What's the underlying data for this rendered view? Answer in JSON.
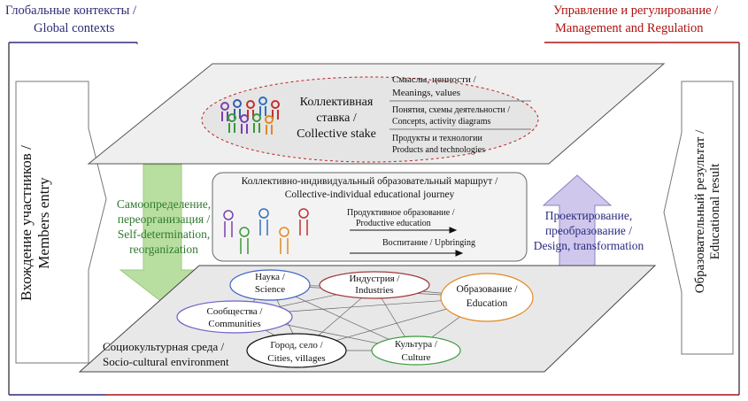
{
  "corners": {
    "global_ru": "Глобальные контексты /",
    "global_en": "Global contexts",
    "management_ru": "Управление и регулирование /",
    "management_en": "Management and Regulation"
  },
  "side_labels": {
    "left_ru": "Вхождение участников /",
    "left_en": "Members entry",
    "right_ru": "Образовательный результат /",
    "right_en": "Educational result"
  },
  "top_plane": {
    "stake_ru1": "Коллективная",
    "stake_ru2": "ставка /",
    "stake_en": "Collective stake",
    "items": [
      {
        "ru": "Смыслы, ценности /",
        "en": "Meanings, values"
      },
      {
        "ru": "Понятия, схемы деятельности /",
        "en": "Concepts, activity diagrams"
      },
      {
        "ru": "Продукты и технологии",
        "en": "Products and technologies"
      }
    ]
  },
  "middle": {
    "journey_ru": "Коллективно-индивидуальный образовательный маршрут /",
    "journey_en": "Collective-individual educational journey",
    "productive_ru": "Продуктивное образование /",
    "productive_en": "Productive education",
    "upbringing": "Воспитание /  Upbringing"
  },
  "left_arrow": {
    "l1": "Самоопределение,",
    "l2": "переорганизация /",
    "l3": "Self-determination,",
    "l4": "reorganization"
  },
  "right_arrow": {
    "l1": "Проектирование,",
    "l2": "преобразование /",
    "l3": "Design, transformation"
  },
  "bottom_plane": {
    "env_ru": "Социокультурная среда /",
    "env_en": "Socio-cultural environment",
    "nodes": {
      "science_ru": "Наука /",
      "science_en": "Science",
      "industry_ru": "Индустрия /",
      "industry_en": "Industries",
      "education_ru": "Образование /",
      "education_en": "Education",
      "communities_ru": "Сообщества /",
      "communities_en": "Communities",
      "city_ru": "Город, село /",
      "city_en": "Cities, villages",
      "culture_ru": "Культура /",
      "culture_en": "Culture"
    }
  },
  "colors": {
    "navy": "#2e2a78",
    "red": "#b01010",
    "green_arrow": "#b9dfa0",
    "lavender_arrow": "#cfc8ec",
    "plane_fill": "#efefef",
    "ellipse_fill": "#e9e9e9"
  }
}
